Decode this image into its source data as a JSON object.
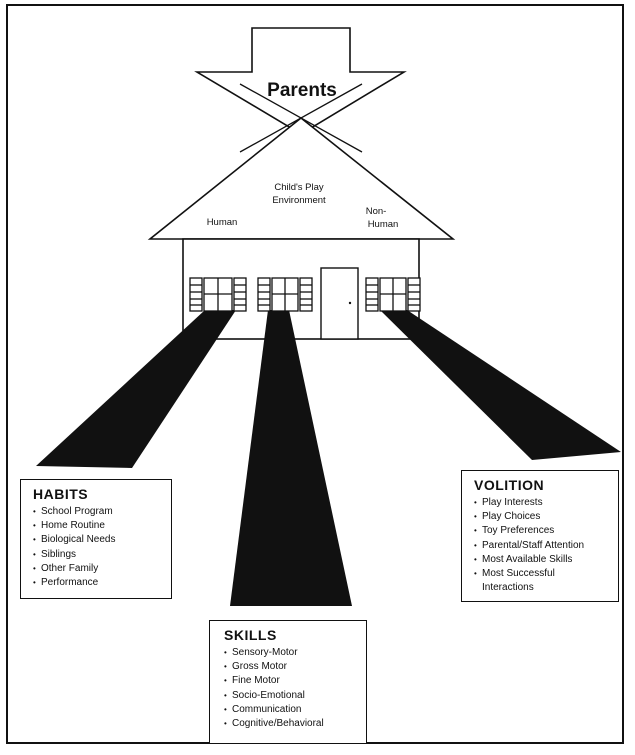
{
  "parents": {
    "label": "Parents"
  },
  "roof": {
    "center_line1": "Child's Play",
    "center_line2": "Environment",
    "left_label": "Human",
    "right_line1": "Non-",
    "right_line2": "Human"
  },
  "habits": {
    "title": "HABITS",
    "items": [
      "School Program",
      "Home Routine",
      "Biological Needs",
      "Siblings",
      "Other Family",
      "Performance"
    ]
  },
  "volition": {
    "title": "VOLITION",
    "items": [
      "Play Interests",
      "Play Choices",
      "Toy Preferences",
      "Parental/Staff Attention",
      "Most Available Skills",
      "Most Successful",
      "Interactions"
    ]
  },
  "skills": {
    "title": "SKILLS",
    "items": [
      "Sensory-Motor",
      "Gross Motor",
      "Fine Motor",
      "Socio-Emotional",
      "Communication",
      "Cognitive/Behavioral"
    ]
  },
  "colors": {
    "ink": "#111111",
    "paper": "#ffffff"
  }
}
